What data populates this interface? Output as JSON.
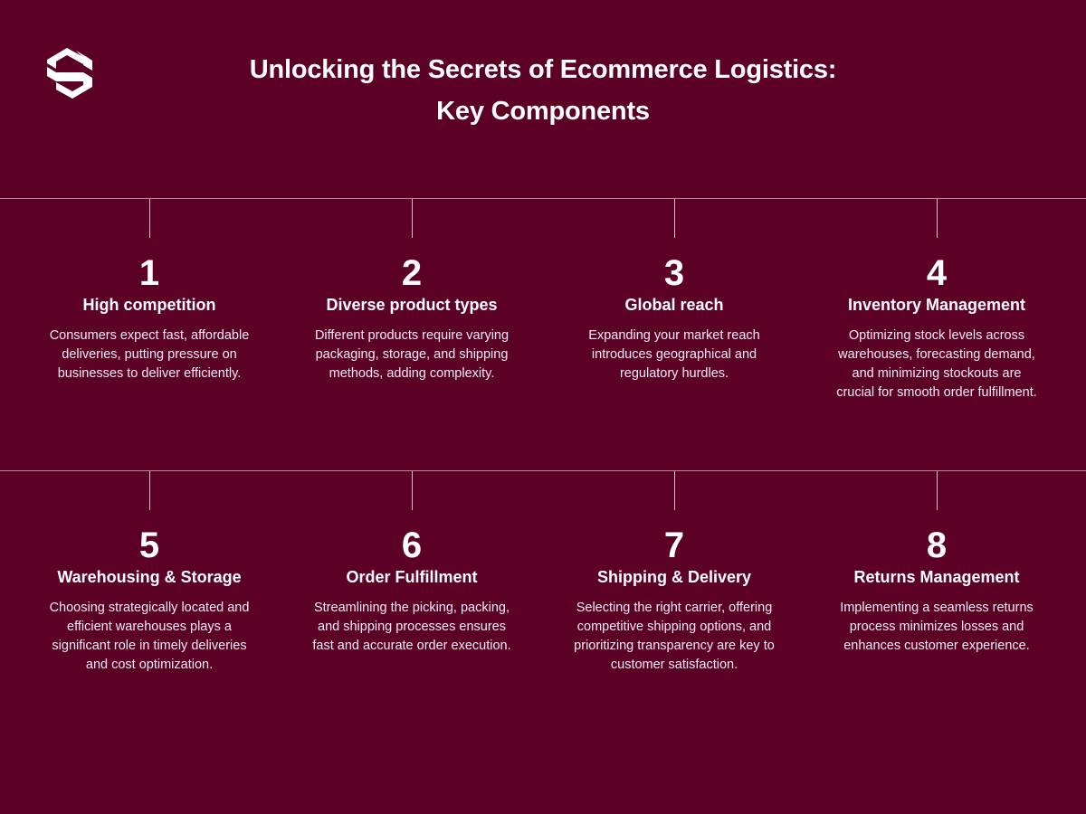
{
  "title": {
    "line1": "Unlocking the Secrets of Ecommerce Logistics:",
    "line2": "Key Components"
  },
  "colors": {
    "background": "#5c0026",
    "text": "#ffffff",
    "divider": "#d9b3c2"
  },
  "icons": {
    "logo": "brand-s-logo-icon"
  },
  "components": [
    {
      "number": "1",
      "heading": "High competition",
      "description": "Consumers expect fast, affordable deliveries, putting pressure on businesses to deliver efficiently."
    },
    {
      "number": "2",
      "heading": "Diverse product types",
      "description": "Different products require varying packaging, storage, and shipping methods, adding complexity."
    },
    {
      "number": "3",
      "heading": "Global reach",
      "description": "Expanding your market reach introduces geographical and regulatory hurdles."
    },
    {
      "number": "4",
      "heading": "Inventory Management",
      "description": "Optimizing stock levels across warehouses, forecasting demand, and minimizing stockouts are crucial for smooth order fulfillment."
    },
    {
      "number": "5",
      "heading": "Warehousing & Storage",
      "description": "Choosing strategically located and efficient warehouses plays a significant role in timely deliveries and cost optimization."
    },
    {
      "number": "6",
      "heading": "Order Fulfillment",
      "description": "Streamlining the picking, packing, and shipping processes ensures fast and accurate order execution."
    },
    {
      "number": "7",
      "heading": "Shipping & Delivery",
      "description": "Selecting the right carrier, offering competitive shipping options, and prioritizing transparency are key to customer satisfaction."
    },
    {
      "number": "8",
      "heading": "Returns Management",
      "description": "Implementing a seamless returns process minimizes losses and enhances customer experience."
    }
  ]
}
